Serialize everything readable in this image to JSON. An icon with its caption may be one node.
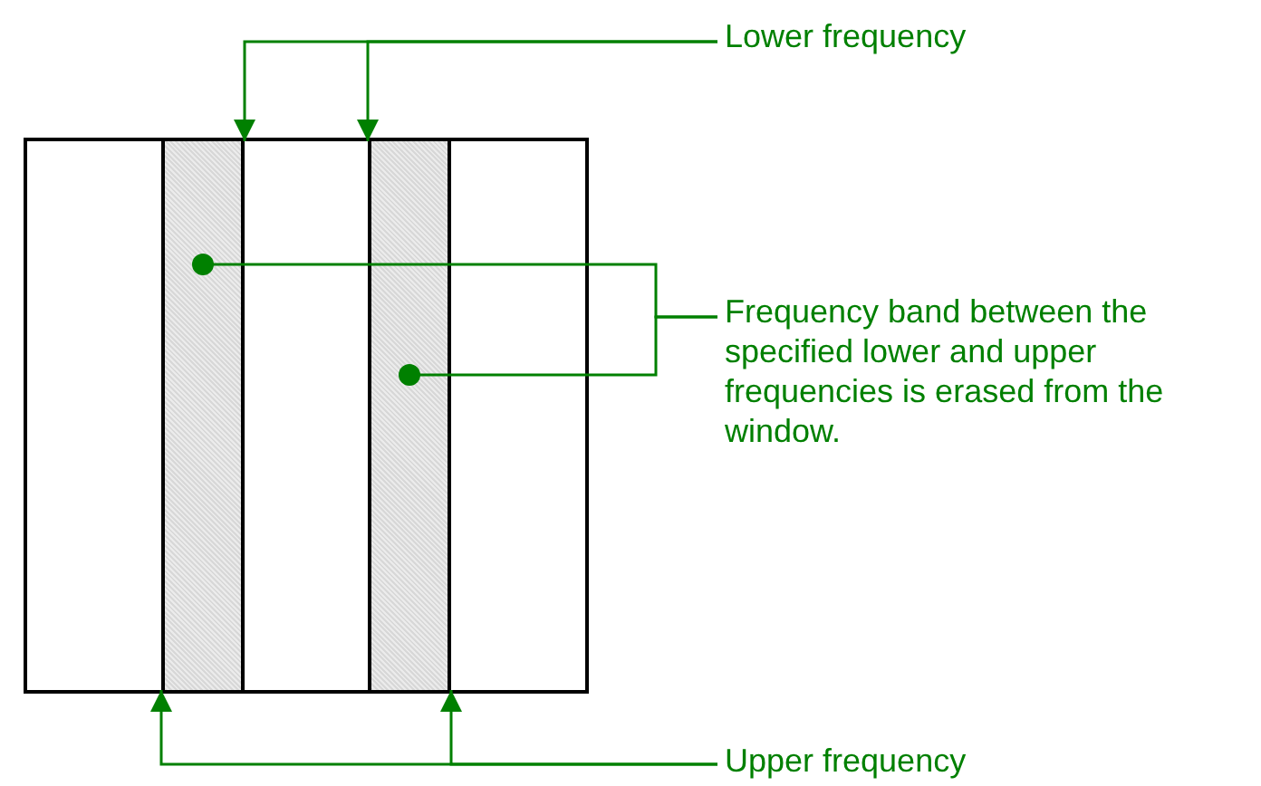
{
  "diagram": {
    "nodes": [
      {
        "text": [],
        "shape": "box"
      },
      {
        "text": [],
        "shape": "bar",
        "in": 0
      },
      {
        "text": [],
        "shape": "bar",
        "in": 0
      },
      {
        "text": [
          "Lower frequency"
        ]
      },
      {
        "text": [
          "Frequency band between the specified lower and upper frequencies is erased from the window."
        ]
      },
      {
        "text": [
          "Upper frequency"
        ]
      }
    ],
    "edges": [
      {
        "from": 3,
        "to": 1,
        "arrow": "to"
      },
      {
        "from": 3,
        "to": 2,
        "arrow": "to"
      },
      {
        "from": 4,
        "to": 1,
        "arrow": "other"
      },
      {
        "from": 4,
        "to": 2,
        "arrow": "other"
      },
      {
        "from": 5,
        "to": 1,
        "arrow": "to"
      },
      {
        "from": 5,
        "to": 2,
        "arrow": "to"
      }
    ]
  }
}
